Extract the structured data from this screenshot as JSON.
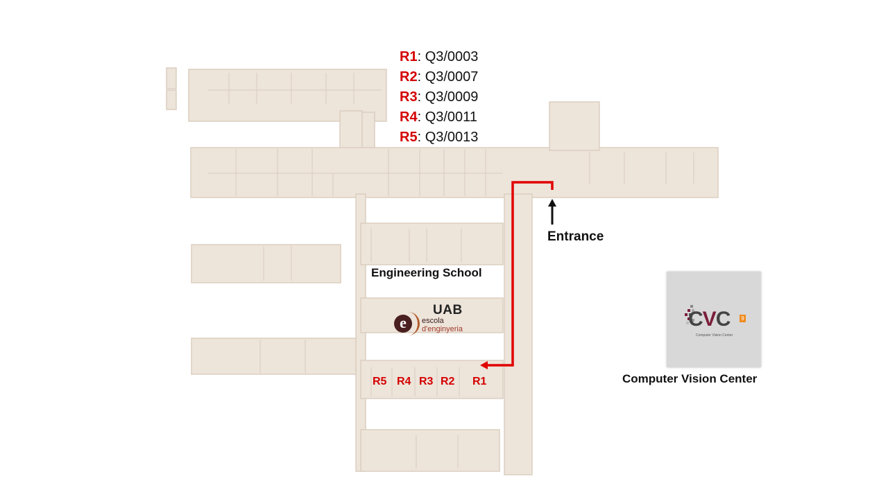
{
  "legend": [
    {
      "code": "R1",
      "room": ": Q3/0003"
    },
    {
      "code": "R2",
      "room": ": Q3/0007"
    },
    {
      "code": "R3",
      "room": ": Q3/0009"
    },
    {
      "code": "R4",
      "room": ": Q3/0011"
    },
    {
      "code": "R5",
      "room": ": Q3/0013"
    }
  ],
  "rooms": [
    "R5",
    "R4",
    "R3",
    "R2",
    "R1"
  ],
  "labels": {
    "entrance": "Entrance",
    "engineering_school": "Engineering School",
    "computer_vision_center": "Computer Vision Center"
  },
  "logos": {
    "uab": "UAB",
    "escola_line1": "escola",
    "escola_line2": "d'enginyeria",
    "escola_mark": "e",
    "cvc_c1": "C",
    "cvc_v": "V",
    "cvc_c2": "C",
    "cvc_sup": "9",
    "cvc_tagline": "Computer Vision Center"
  },
  "colors": {
    "route": "#e00000",
    "room_labels": "#d40000",
    "building_fill": "#ede4da",
    "building_edge": "#d8c9b8",
    "arrow": "#111111"
  },
  "icons": {
    "route": "red-route-arrow",
    "entrance": "entrance-arrow-icon"
  }
}
